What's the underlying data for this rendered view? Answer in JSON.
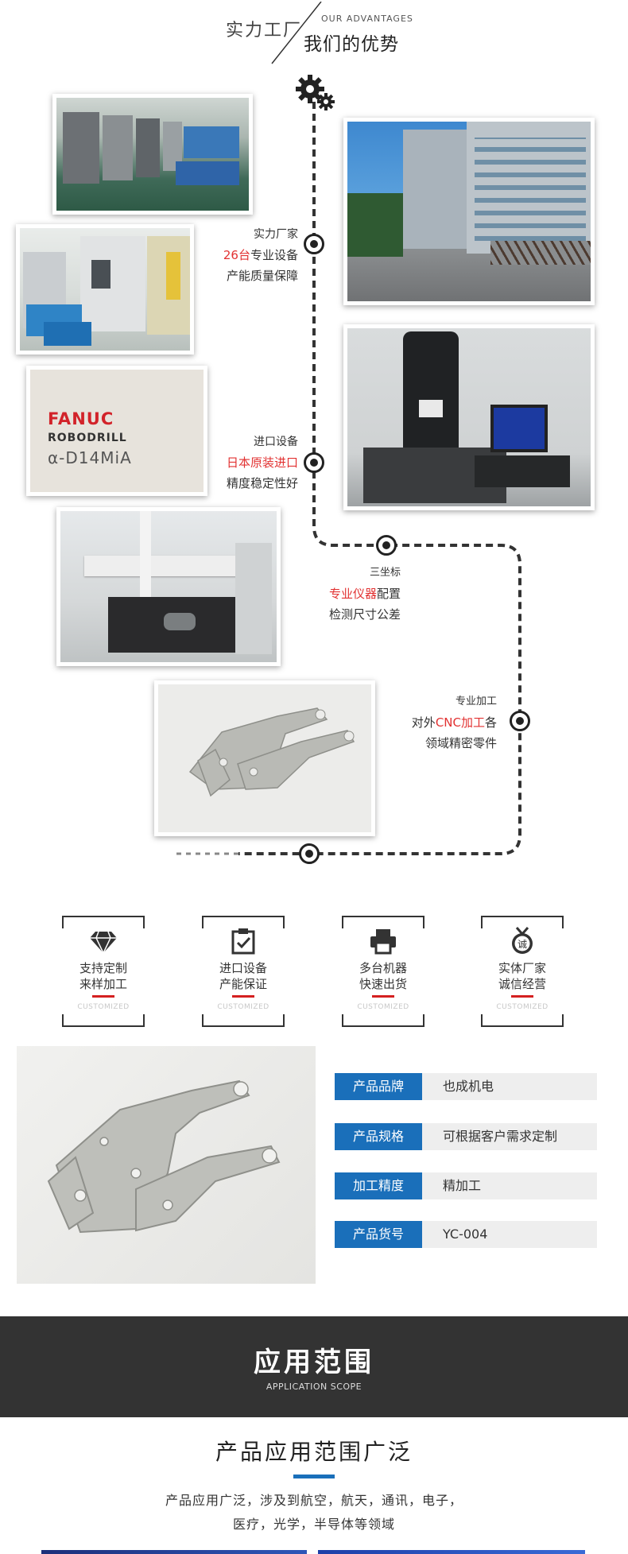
{
  "header": {
    "title_left": "实力工厂",
    "subtitle_en": "OUR ADVANTAGES",
    "title_main": "我们的优势"
  },
  "advantages": [
    {
      "line1": "实力厂家",
      "line2_red": "26台",
      "line2_rest": "专业设备",
      "line3": "产能质量保障"
    },
    {
      "line1": "进口设备",
      "line2_red": "日本原装进口",
      "line2_rest": "",
      "line3": "精度稳定性好"
    },
    {
      "line1": "三坐标",
      "line2_red": "专业仪器",
      "line2_rest": "配置",
      "line3": "检测尺寸公差"
    },
    {
      "line1": "专业加工",
      "line2_pre": "对外",
      "line2_red": "CNC加工",
      "line2_rest": "各",
      "line3": "领域精密零件"
    }
  ],
  "fanuc_label": {
    "brand": "FANUC",
    "model_line": "ROBODRILL",
    "series": "α-D14MiA"
  },
  "features": [
    {
      "icon": "diamond-icon",
      "line1": "支持定制",
      "line2": "来样加工",
      "en": "CUSTOMIZED"
    },
    {
      "icon": "checklist-icon",
      "line1": "进口设备",
      "line2": "产能保证",
      "en": "CUSTOMIZED"
    },
    {
      "icon": "printer-icon",
      "line1": "多台机器",
      "line2": "快速出货",
      "en": "CUSTOMIZED"
    },
    {
      "icon": "medal-icon",
      "line1": "实体厂家",
      "line2": "诚信经营",
      "en": "CUSTOMIZED",
      "medal_char": "诚"
    }
  ],
  "specs": [
    {
      "key": "产品品牌",
      "value": "也成机电"
    },
    {
      "key": "产品规格",
      "value": "可根据客户需求定制"
    },
    {
      "key": "加工精度",
      "value": "精加工"
    },
    {
      "key": "产品货号",
      "value": "YC-004"
    }
  ],
  "scope_banner": {
    "title": "应用范围",
    "subtitle": "APPLICATION SCOPE"
  },
  "scope": {
    "heading": "产品应用范围广泛",
    "line1": "产品应用广泛，涉及到航空，航天，通讯，电子，",
    "line2": "医疗，光学，半导体等领域"
  },
  "colors": {
    "accent_red": "#e23232",
    "brand_blue": "#1a6fba",
    "banner_dark": "#333333"
  }
}
